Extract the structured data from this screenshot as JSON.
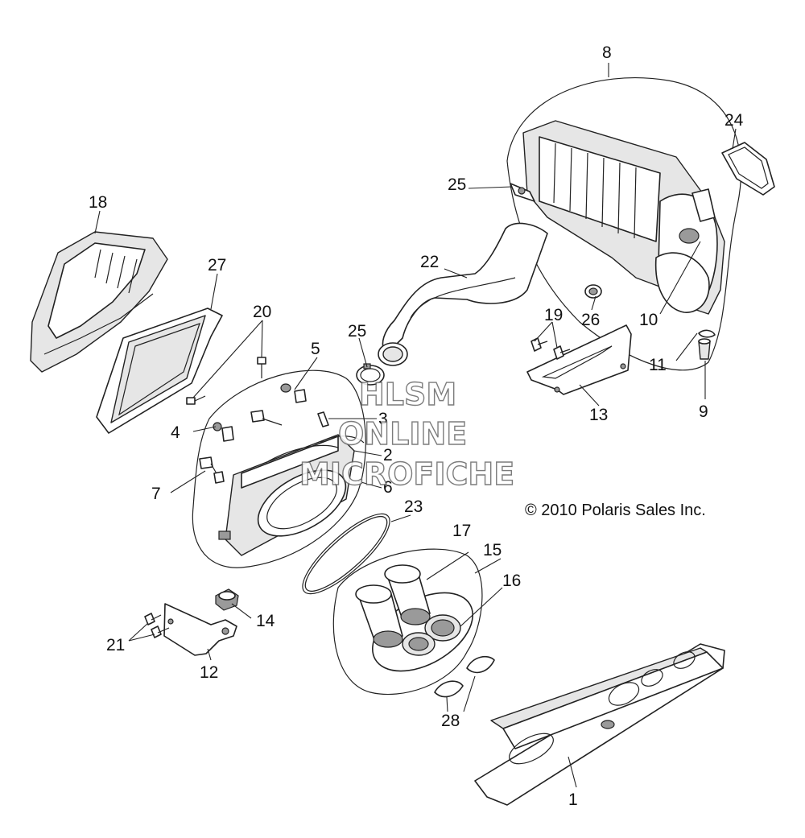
{
  "diagram": {
    "copyright": "© 2010 Polaris Sales Inc.",
    "watermark": [
      "HLSM",
      "ONLINE",
      "MICROFICHE"
    ],
    "callouts": {
      "c1": "1",
      "c2": "2",
      "c3": "3",
      "c4": "4",
      "c5": "5",
      "c6": "6",
      "c7": "7",
      "c8": "8",
      "c9": "9",
      "c10": "10",
      "c11": "11",
      "c12": "12",
      "c13": "13",
      "c14": "14",
      "c15": "15",
      "c16": "16",
      "c17": "17",
      "c18": "18",
      "c19": "19",
      "c20": "20",
      "c21": "21",
      "c22": "22",
      "c23": "23",
      "c24": "24",
      "c25a": "25",
      "c25b": "25",
      "c26": "26",
      "c27": "27",
      "c28": "28"
    }
  }
}
